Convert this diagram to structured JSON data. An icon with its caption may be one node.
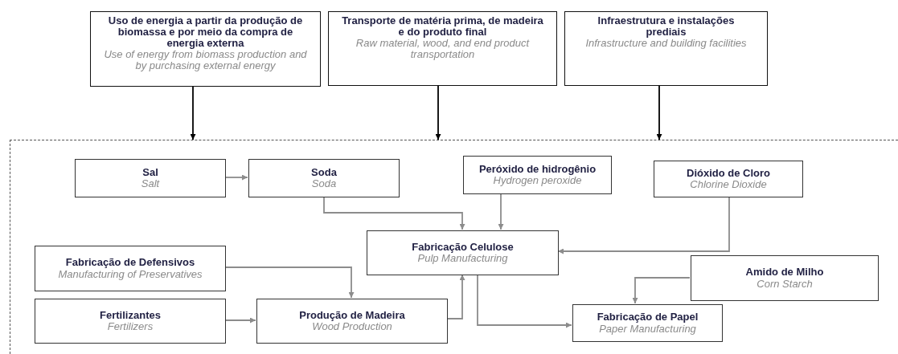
{
  "diagram": {
    "nodes": [
      {
        "text": [
          "Uso de energia a partir da produção de biomassa e por meio da compra de energia externa",
          "Use of energy from biomass production and by purchasing external energy"
        ]
      },
      {
        "text": [
          "Transporte de matéria prima, de madeira e do produto final",
          "Raw material, wood, and end product transportation"
        ]
      },
      {
        "text": [
          "Infraestrutura e instalações prediais",
          "Infrastructure and building facilities"
        ]
      },
      {
        "text": [],
        "shape": "box"
      },
      {
        "text": [
          "Sal",
          "Salt"
        ],
        "in": 3
      },
      {
        "text": [
          "Soda",
          "Soda"
        ],
        "in": 3
      },
      {
        "text": [
          "Peróxido de hidrogênio",
          "Hydrogen peroxide"
        ],
        "in": 3
      },
      {
        "text": [
          "Dióxido de Cloro",
          "Chlorine Dioxide"
        ],
        "in": 3
      },
      {
        "text": [
          "Fabricação Celulose",
          "Pulp Manufacturing"
        ],
        "in": 3
      },
      {
        "text": [
          "Fabricação de Defensivos",
          "Manufacturing of Preservatives"
        ],
        "in": 3
      },
      {
        "text": [
          "Amido de Milho",
          "Corn Starch"
        ],
        "in": 3
      },
      {
        "text": [
          "Fertilizantes",
          "Fertilizers"
        ],
        "in": 3
      },
      {
        "text": [
          "Produção de Madeira",
          "Wood Production"
        ],
        "in": 3
      },
      {
        "text": [
          "Fabricação de Papel",
          "Paper Manufacturing"
        ],
        "in": 3
      }
    ],
    "edges": [
      {
        "from": 0,
        "to": 3,
        "arrow": "to",
        "color": "#000000"
      },
      {
        "from": 1,
        "to": 3,
        "arrow": "to",
        "color": "#000000"
      },
      {
        "from": 2,
        "to": 3,
        "arrow": "to",
        "color": "#000000"
      },
      {
        "from": 4,
        "to": 5,
        "arrow": "to"
      },
      {
        "from": 5,
        "to": 8,
        "arrow": "to"
      },
      {
        "from": 6,
        "to": 8,
        "arrow": "to"
      },
      {
        "from": 7,
        "to": 8,
        "arrow": "to"
      },
      {
        "from": 9,
        "to": 12,
        "arrow": "to"
      },
      {
        "from": 11,
        "to": 12,
        "arrow": "to"
      },
      {
        "from": 12,
        "to": 8,
        "arrow": "to"
      },
      {
        "from": 8,
        "to": 13,
        "arrow": "to"
      },
      {
        "from": 10,
        "to": 13,
        "arrow": "to"
      }
    ]
  }
}
